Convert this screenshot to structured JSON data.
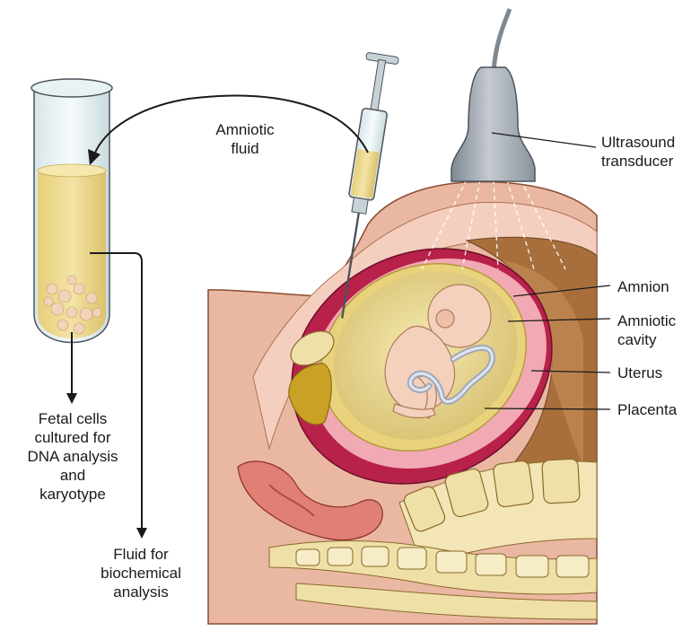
{
  "labels": {
    "amniotic_fluid": [
      "Amniotic",
      "fluid"
    ],
    "ultrasound_transducer": [
      "Ultrasound",
      "transducer"
    ],
    "amnion": [
      "Amnion"
    ],
    "amniotic_cavity": [
      "Amniotic",
      "cavity"
    ],
    "uterus": [
      "Uterus"
    ],
    "placenta": [
      "Placenta"
    ],
    "fetal_cells": [
      "Fetal cells",
      "cultured for",
      "DNA analysis",
      "and",
      "karyotype"
    ],
    "biochemical": [
      "Fluid for",
      "biochemical",
      "analysis"
    ]
  },
  "colors": {
    "fluid": "#ead98f",
    "skin": "#eab8a2",
    "uterus_wall": "#b8214a",
    "placenta": "#f1a9b4",
    "muscle": "#a86f3c",
    "bone": "#efe0a8",
    "transducer": "#9aa3ad",
    "line": "#1a1a1a"
  }
}
